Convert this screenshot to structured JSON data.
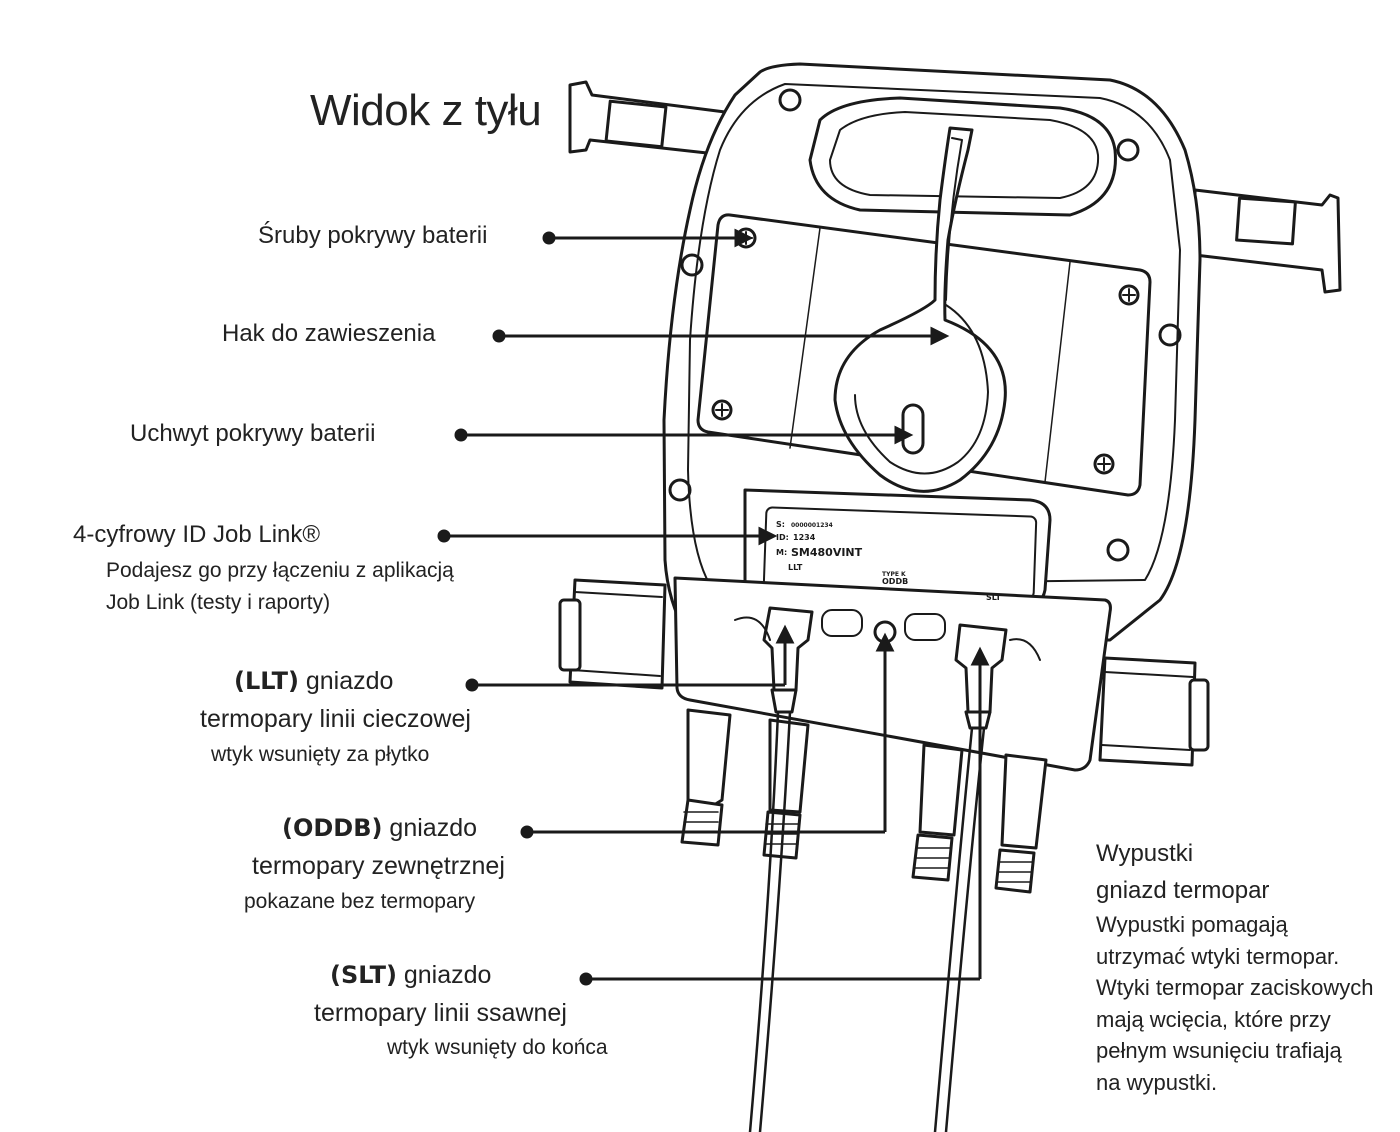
{
  "title": "Widok z tyłu",
  "callouts": {
    "battery_screws": "Śruby pokrywy baterii",
    "hanging_hook": "Hak do zawieszenia",
    "battery_handle": "Uchwyt pokrywy baterii",
    "job_link": {
      "heading": "4-cyfrowy ID Job Link®",
      "line2": "Podajesz go przy łączeniu z aplikacją",
      "line3": "Job Link (testy i raporty)"
    },
    "llt": {
      "code": "(LLT)",
      "rest": " gniazdo",
      "line2": "termopary linii cieczowej",
      "line3": "wtyk wsunięty za płytko"
    },
    "oddb": {
      "code": "(ODDB)",
      "rest": " gniazdo",
      "line2": "termopary zewnętrznej",
      "line3": "pokazane bez termopary"
    },
    "slt": {
      "code": "(SLT)",
      "rest": " gniazdo",
      "line2": "termopary linii ssawnej",
      "line3": "wtyk wsunięty do końca"
    },
    "tabs": {
      "line1": "Wypustki",
      "line2": "gniazd termopar",
      "body": [
        "Wypustki pomagają",
        "utrzymać wtyki termopar.",
        "Wtyki termopar zaciskowych",
        "mają wcięcia, które przy",
        "pełnym wsunięciu trafiają",
        "na wypustki."
      ]
    }
  },
  "label_plate": {
    "serial_prefix": "S:",
    "serial": "0000001234",
    "id_prefix": "ID:",
    "id": "1234",
    "model_prefix": "M:",
    "model": "SM480VINT",
    "type": "TYPE K",
    "port_llt": "LLT",
    "port_oddb": "ODDB",
    "port_slt": "SLT"
  }
}
